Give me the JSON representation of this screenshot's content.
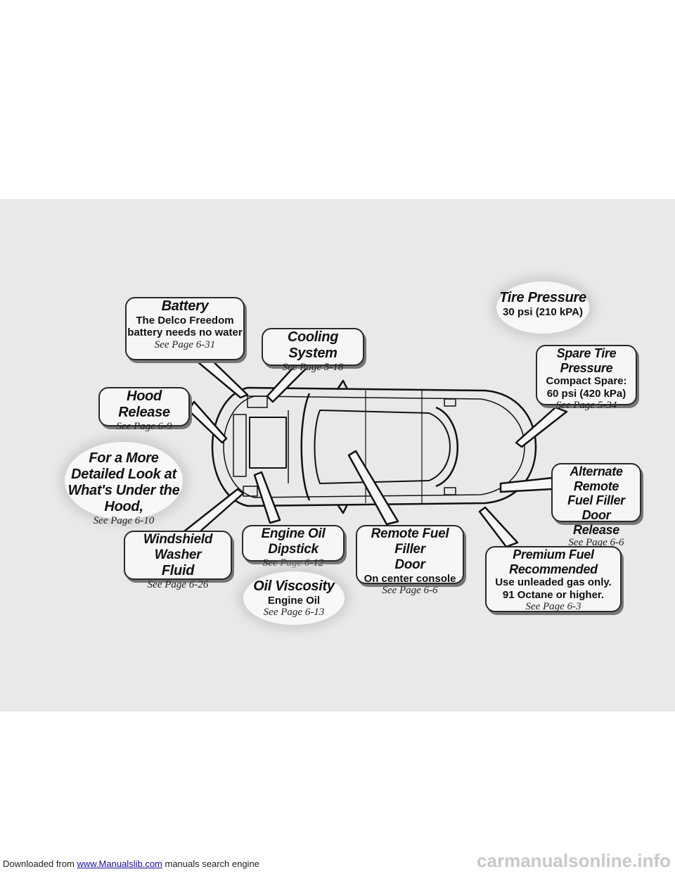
{
  "footer": {
    "prefix": "Downloaded from ",
    "link": "www.Manualslib.com",
    "suffix": " manuals search engine"
  },
  "watermark": "carmanualsonline.info",
  "callouts": {
    "battery": {
      "title": "Battery",
      "line1": "The Delco Freedom",
      "line2": "battery needs no water",
      "ref": "See Page 6-31"
    },
    "cooling": {
      "title": "Cooling System",
      "ref": "See Page 5-18"
    },
    "tire": {
      "title": "Tire Pressure",
      "line1": "30 psi (210 kPA)"
    },
    "spare": {
      "title": "Spare Tire Pressure",
      "line1": "Compact Spare:",
      "line2": "60 psi (420 kPa)",
      "ref": "See Page 5-34"
    },
    "hood": {
      "title": "Hood Release",
      "ref": "See Page 6-9"
    },
    "detailed": {
      "line1": "For a More",
      "line2": "Detailed Look at",
      "line3": "What's Under the Hood,",
      "ref": "See Page 6-10"
    },
    "alt_fuel": {
      "line1": "Alternate Remote",
      "line2": "Fuel Filler Door",
      "line3": "Release",
      "ref": "See Page 6-6"
    },
    "washer": {
      "line1": "Windshield Washer",
      "line2": "Fluid",
      "ref": "See Page 6-26"
    },
    "dipstick": {
      "title": "Engine Oil Dipstick",
      "ref": "See Page 6-12"
    },
    "remote_fuel": {
      "line1": "Remote Fuel Filler",
      "line2": "Door",
      "line3": "On center console",
      "ref": "See Page 6-6"
    },
    "premium": {
      "title": "Premium Fuel Recommended",
      "line1": "Use unleaded gas only.",
      "line2": "91 Octane or higher.",
      "ref": "See Page 6-3"
    },
    "viscosity": {
      "title": "Oil Viscosity",
      "line1": "Engine Oil",
      "ref": "See Page 6-13"
    }
  }
}
